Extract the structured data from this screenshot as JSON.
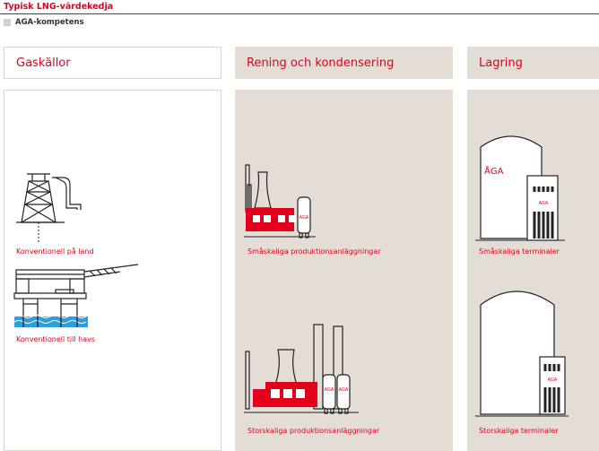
{
  "header": {
    "title": "Typisk LNG-värdekedja",
    "legend_label": "AGA-kompetens"
  },
  "columns": [
    {
      "title": "Gaskällor",
      "items": [
        {
          "label": "Konventionell på land",
          "icon": "onshore-rig-icon"
        },
        {
          "label": "Konventionell till havs",
          "icon": "offshore-platform-icon"
        }
      ]
    },
    {
      "title": "Rening och kondensering",
      "items": [
        {
          "label": "Småskaliga produktionsanläggningar",
          "icon": "small-plant-icon",
          "tank_text": "AGA"
        },
        {
          "label": "Storskaliga produktionsanläggningar",
          "icon": "large-plant-icon",
          "tank_text": "AGA"
        }
      ]
    },
    {
      "title": "Lagring",
      "items": [
        {
          "label": "Småskaliga terminaler",
          "icon": "small-terminal-icon",
          "tank_text": "ÅGA",
          "evaporator_text": "AGA"
        },
        {
          "label": "Storskaliga terminaler",
          "icon": "large-terminal-icon",
          "evaporator_text": "AGA"
        }
      ]
    }
  ],
  "colors": {
    "brand_red": "#e3001b",
    "beige": "#e3ddd6",
    "sea_blue": "#2f9fd8"
  }
}
